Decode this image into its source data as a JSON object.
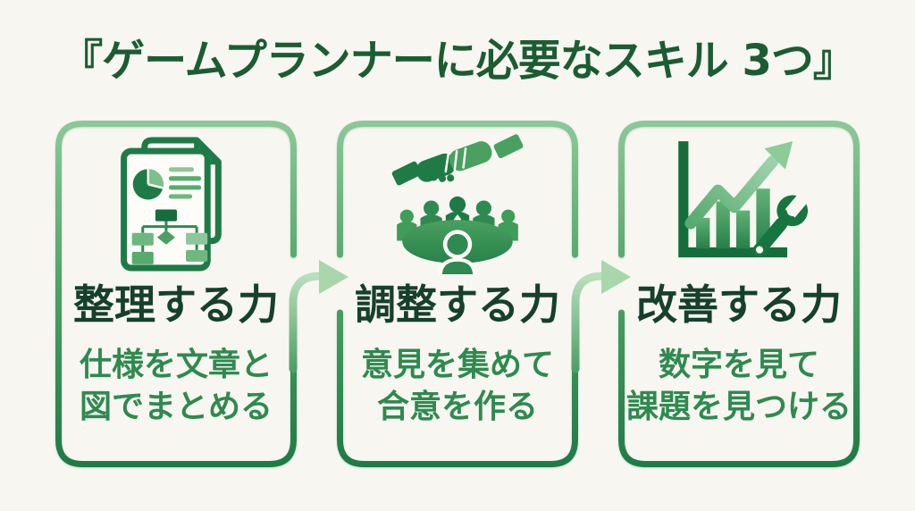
{
  "title": "『ゲームプランナーに必要なスキル 3つ』",
  "palette": {
    "background": "#f7f6f1",
    "title_green": "#1b5c33",
    "heading_green": "#16402a",
    "body_green": "#2e8a4f",
    "border_light": "#86c694",
    "border_dark": "#1e7b45",
    "arrow_light_green": "#a9d7ab"
  },
  "cards": [
    {
      "icon": "document-chart-icon",
      "heading": "整理する力",
      "lines": [
        "仕様を文章と",
        "図でまとめる"
      ]
    },
    {
      "icon": "handshake-meeting-icon",
      "heading": "調整する力",
      "lines": [
        "意見を集めて",
        "合意を作る"
      ]
    },
    {
      "icon": "chart-wrench-icon",
      "heading": "改善する力",
      "lines": [
        "数字を見て",
        "課題を見つける"
      ]
    }
  ],
  "arrows": [
    {
      "name": "flow-arrow-1",
      "direction": "right"
    },
    {
      "name": "flow-arrow-2",
      "direction": "right"
    }
  ]
}
